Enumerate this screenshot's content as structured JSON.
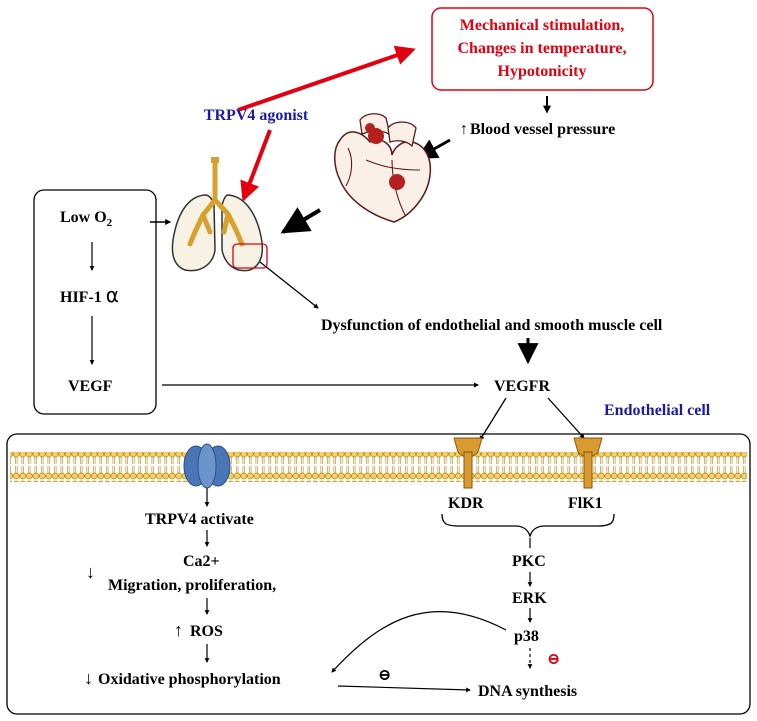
{
  "stimulus_box": {
    "line1": "Mechanical stimulation,",
    "line2": "Changes in temperature,",
    "line3": "Hypotonicity",
    "color": "#e3000f"
  },
  "agonist_label": "TRPV4 agonist",
  "agonist_color": "#1a1aa6",
  "pressure": {
    "arrow": "↑",
    "label": "Blood vessel pressure"
  },
  "hypoxia_box": {
    "low_o2": "Low O",
    "low_o2_sub": "2",
    "hif": "HIF-1 ",
    "hif_alpha": "α",
    "vegf": "VEGF"
  },
  "dysfunction": "Dysfunction of endothelial and smooth muscle cell",
  "vegfr": "VEGFR",
  "endothelial_cell": "Endothelial cell",
  "receptors": {
    "kdr": "KDR",
    "flk1": "FlK1"
  },
  "left_pathway": {
    "trpv4": "TRPV4 activate",
    "ca": "Ca2+",
    "migration": "Migration, proliferation,",
    "ros": "ROS",
    "ros_arrow": "↑",
    "oxphos": "Oxidative phosphorylation",
    "oxphos_arrow": "↓",
    "migration_arrow": "↓"
  },
  "right_pathway": {
    "pkc": "PKC",
    "erk": "ERK",
    "p38": "p38",
    "dna": "DNA synthesis"
  },
  "inhibit_symbol": "⊖",
  "colors": {
    "membrane": "#e8b84a",
    "channel": "#4a76b8",
    "receptor": "#d99a30",
    "lung": "#f7f2e3",
    "bronchi": "#d6a12f",
    "heart": "#fbf0e8",
    "heart_spot": "#b51f1f"
  },
  "icons": [
    "lungs-icon",
    "heart-icon",
    "trpv4-channel-icon",
    "kdr-receptor-icon",
    "flk1-receptor-icon"
  ]
}
